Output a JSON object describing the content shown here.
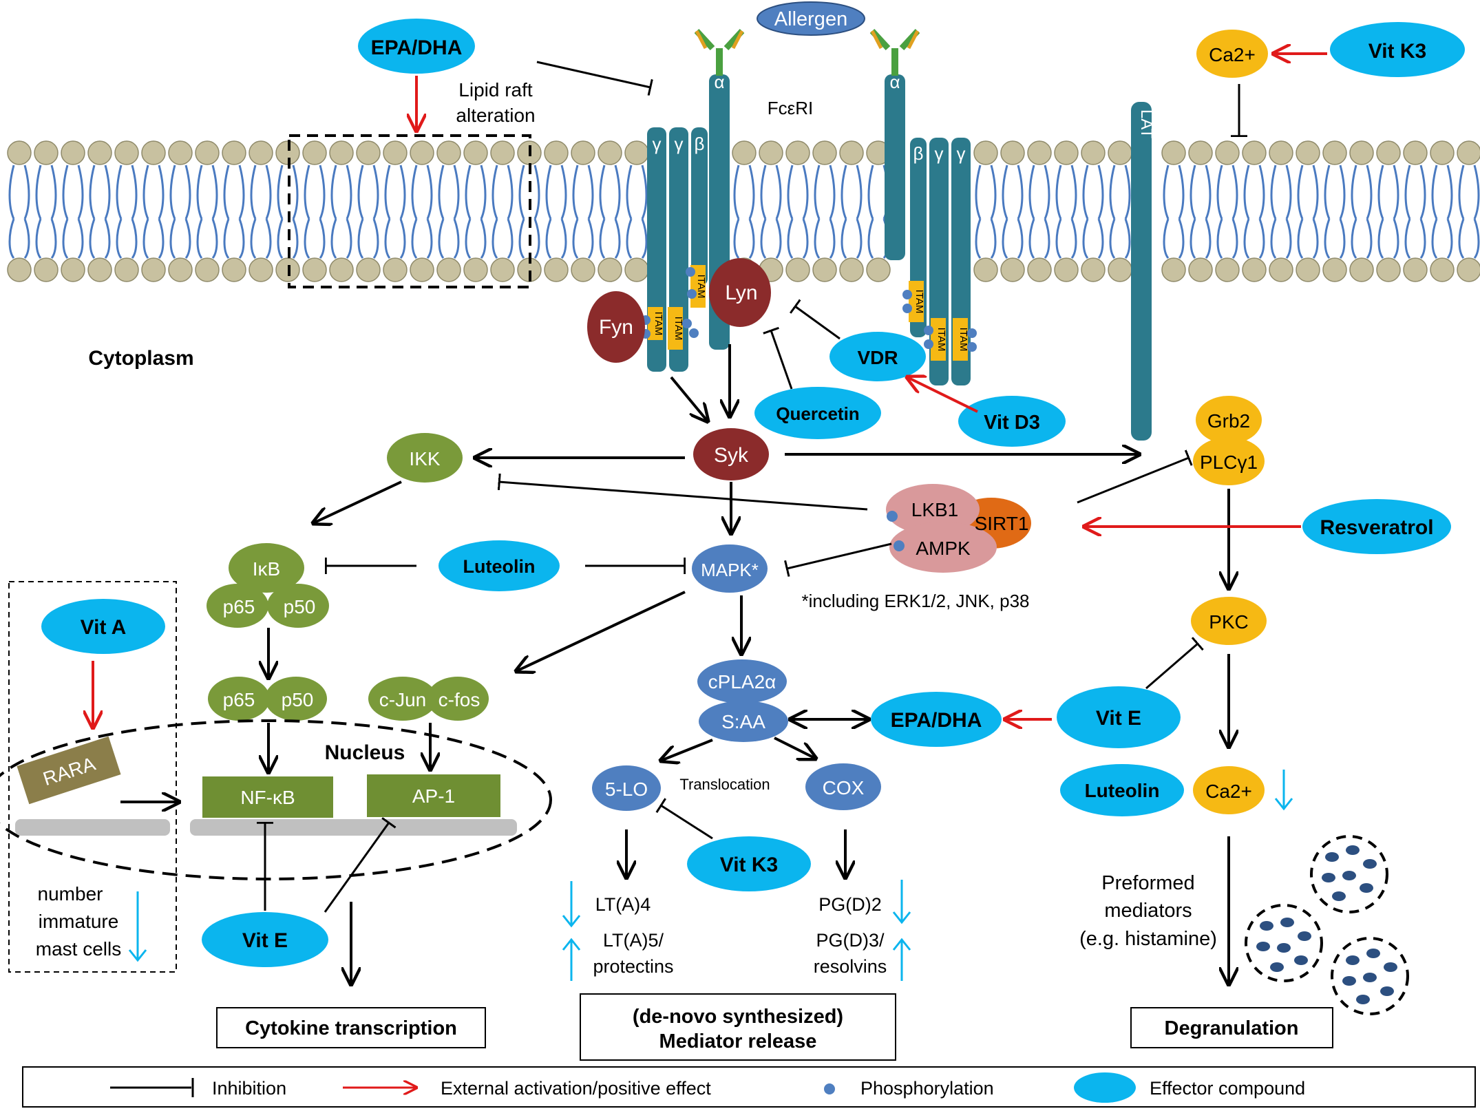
{
  "colors": {
    "effector": "#0bb5ee",
    "green": "#7a9a3a",
    "dark_red": "#8b2b2b",
    "teal": "#2c7a8c",
    "orange": "#f6b914",
    "blue_node": "#4f7fc0",
    "pink": "#d9999b",
    "sirt_orange": "#e06a15",
    "lipid_head": "#c8c1a0",
    "lipid_tail": "#4a7ac0",
    "red_arrow": "#e01a1a"
  },
  "labels": {
    "allergen": "Allergen",
    "fceri": "FcεRI",
    "alpha": "α",
    "beta": "β",
    "gamma": "γ",
    "itam": "ITAM",
    "lat": "LAT",
    "lipid_raft": "Lipid raft",
    "lipid_raft2": "alteration",
    "cytoplasm": "Cytoplasm",
    "nucleus": "Nucleus",
    "translocation": "Translocation",
    "mapk_note": "*including ERK1/2, JNK, p38",
    "preformed_1": "Preformed",
    "preformed_2": "mediators",
    "preformed_3": "(e.g. histamine)",
    "number_1": "number",
    "number_2": "immature",
    "number_3": "mast cells",
    "lta4": "LT(A)4",
    "lta5_1": "LT(A)5/",
    "lta5_2": "protectins",
    "pgd2": "PG(D)2",
    "pgd3_1": "PG(D)3/",
    "pgd3_2": "resolvins"
  },
  "nodes": {
    "fyn": "Fyn",
    "lyn": "Lyn",
    "syk": "Syk",
    "ikk": "IKK",
    "ikb": "IκB",
    "p65": "p65",
    "p50": "p50",
    "cjun": "c-Jun",
    "cfos": "c-fos",
    "nfkb": "NF-κB",
    "ap1": "AP-1",
    "rara": "RARA",
    "mapk": "MAPK*",
    "cpla2a": "cPLA2α",
    "saa": "S:AA",
    "lo5": "5-LO",
    "cox": "COX",
    "lkb1": "LKB1",
    "ampk": "AMPK",
    "sirt1": "SIRT1",
    "grb2": "Grb2",
    "plcg1": "PLCγ1",
    "pkc": "PKC",
    "ca2_top": "Ca2+",
    "ca2_low": "Ca2+"
  },
  "effectors": {
    "epa_dha_top": "EPA/DHA",
    "vit_k3_top": "Vit K3",
    "vdr": "VDR",
    "quercetin": "Quercetin",
    "vit_d3": "Vit D3",
    "resveratrol": "Resveratrol",
    "luteolin_mid": "Luteolin",
    "vit_a": "Vit A",
    "vit_e_left": "Vit E",
    "vit_k3_mid": "Vit K3",
    "epa_dha_mid": "EPA/DHA",
    "vit_e_right": "Vit E",
    "luteolin_right": "Luteolin"
  },
  "boxes": {
    "cytokine": "Cytokine transcription",
    "mediator_1": "(de-novo synthesized)",
    "mediator_2": "Mediator release",
    "degranulation": "Degranulation"
  },
  "legend": {
    "inhibition": "Inhibition",
    "activation": "External activation/positive effect",
    "phosphorylation": "Phosphorylation",
    "effector": "Effector compound"
  }
}
